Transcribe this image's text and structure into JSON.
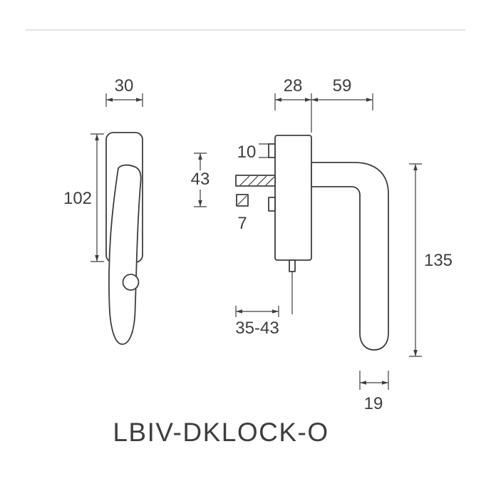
{
  "drawing": {
    "product_code": "LBIV-DKLOCK-O",
    "dimensions": {
      "front_width": "30",
      "front_height": "102",
      "backset_height": "43",
      "lug_height": "10",
      "spindle_square": "7",
      "rosette_width": "28",
      "arm_length": "59",
      "handle_height": "135",
      "spindle_length": "35-43",
      "grip_width": "19"
    },
    "colors": {
      "line": "#3e3e3e",
      "bg": "#ffffff",
      "border": "#d9d9d9"
    }
  }
}
